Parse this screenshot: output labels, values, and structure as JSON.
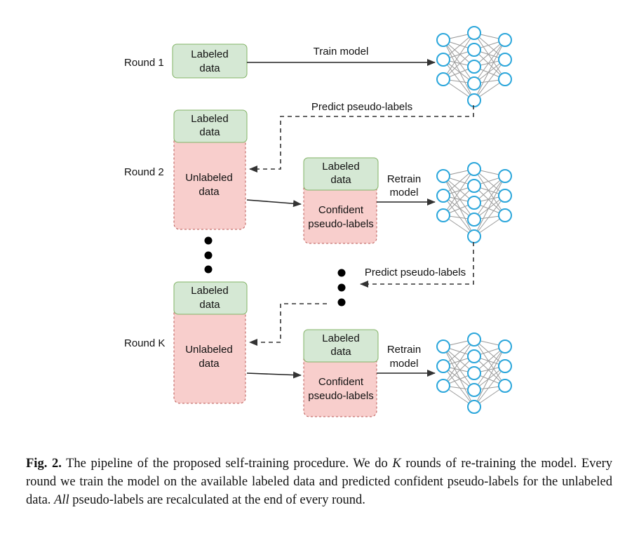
{
  "rounds": {
    "round_1": "Round 1",
    "round_2": "Round 2",
    "round_k": "Round K"
  },
  "boxes": {
    "labeled_data": [
      "Labeled",
      "data"
    ],
    "unlabeled_data": [
      "Unlabeled",
      "data"
    ],
    "confident_pseudo_labels": [
      "Confident",
      "pseudo-labels"
    ]
  },
  "arrows": {
    "train_model": "Train model",
    "predict_pseudo_labels": "Predict pseudo-labels",
    "retrain_model": [
      "Retrain",
      "model"
    ]
  },
  "colors": {
    "labeled_fill": "#d5e8d4",
    "labeled_stroke": "#82b366",
    "unlabeled_fill": "#f8cecc",
    "unlabeled_stroke": "#b85450",
    "node_stroke": "#2aa6db",
    "edge_stroke": "#9a9a9a"
  },
  "icons": [
    "neural-network-icon",
    "ellipsis-dots-icon"
  ],
  "caption": {
    "fig_label": "Fig. 2.",
    "part_1": " The pipeline of the proposed self-training procedure. We do ",
    "k_symbol": "K",
    "part_2": " rounds of re-training the model. Every round we train the model on the available labeled data and predicted confident pseudo-labels for the unlabeled data. ",
    "all_word": "All",
    "part_3": " pseudo-labels are recalculated at the end of every round."
  }
}
